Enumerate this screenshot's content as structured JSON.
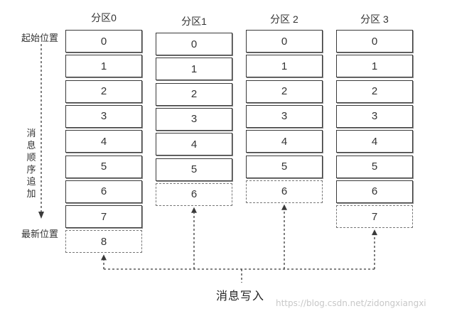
{
  "partitions": [
    {
      "title": "分区0",
      "cells": [
        "0",
        "1",
        "2",
        "3",
        "4",
        "5",
        "6",
        "7"
      ],
      "pending": "8"
    },
    {
      "title": "分区1",
      "cells": [
        "0",
        "1",
        "2",
        "3",
        "4",
        "5"
      ],
      "pending": "6"
    },
    {
      "title": "分区 2",
      "cells": [
        "0",
        "1",
        "2",
        "3",
        "4",
        "5"
      ],
      "pending": "6"
    },
    {
      "title": "分区 3",
      "cells": [
        "0",
        "1",
        "2",
        "3",
        "4",
        "5",
        "6"
      ],
      "pending": "7"
    }
  ],
  "labels": {
    "start": "起始位置",
    "latest": "最新位置",
    "append": "消息顺序追加",
    "write": "消息写入"
  },
  "watermark": "https://blog.csdn.net/zidongxiangxi",
  "colors": {
    "line": "#3a3a3a",
    "dashed": "#777777"
  }
}
